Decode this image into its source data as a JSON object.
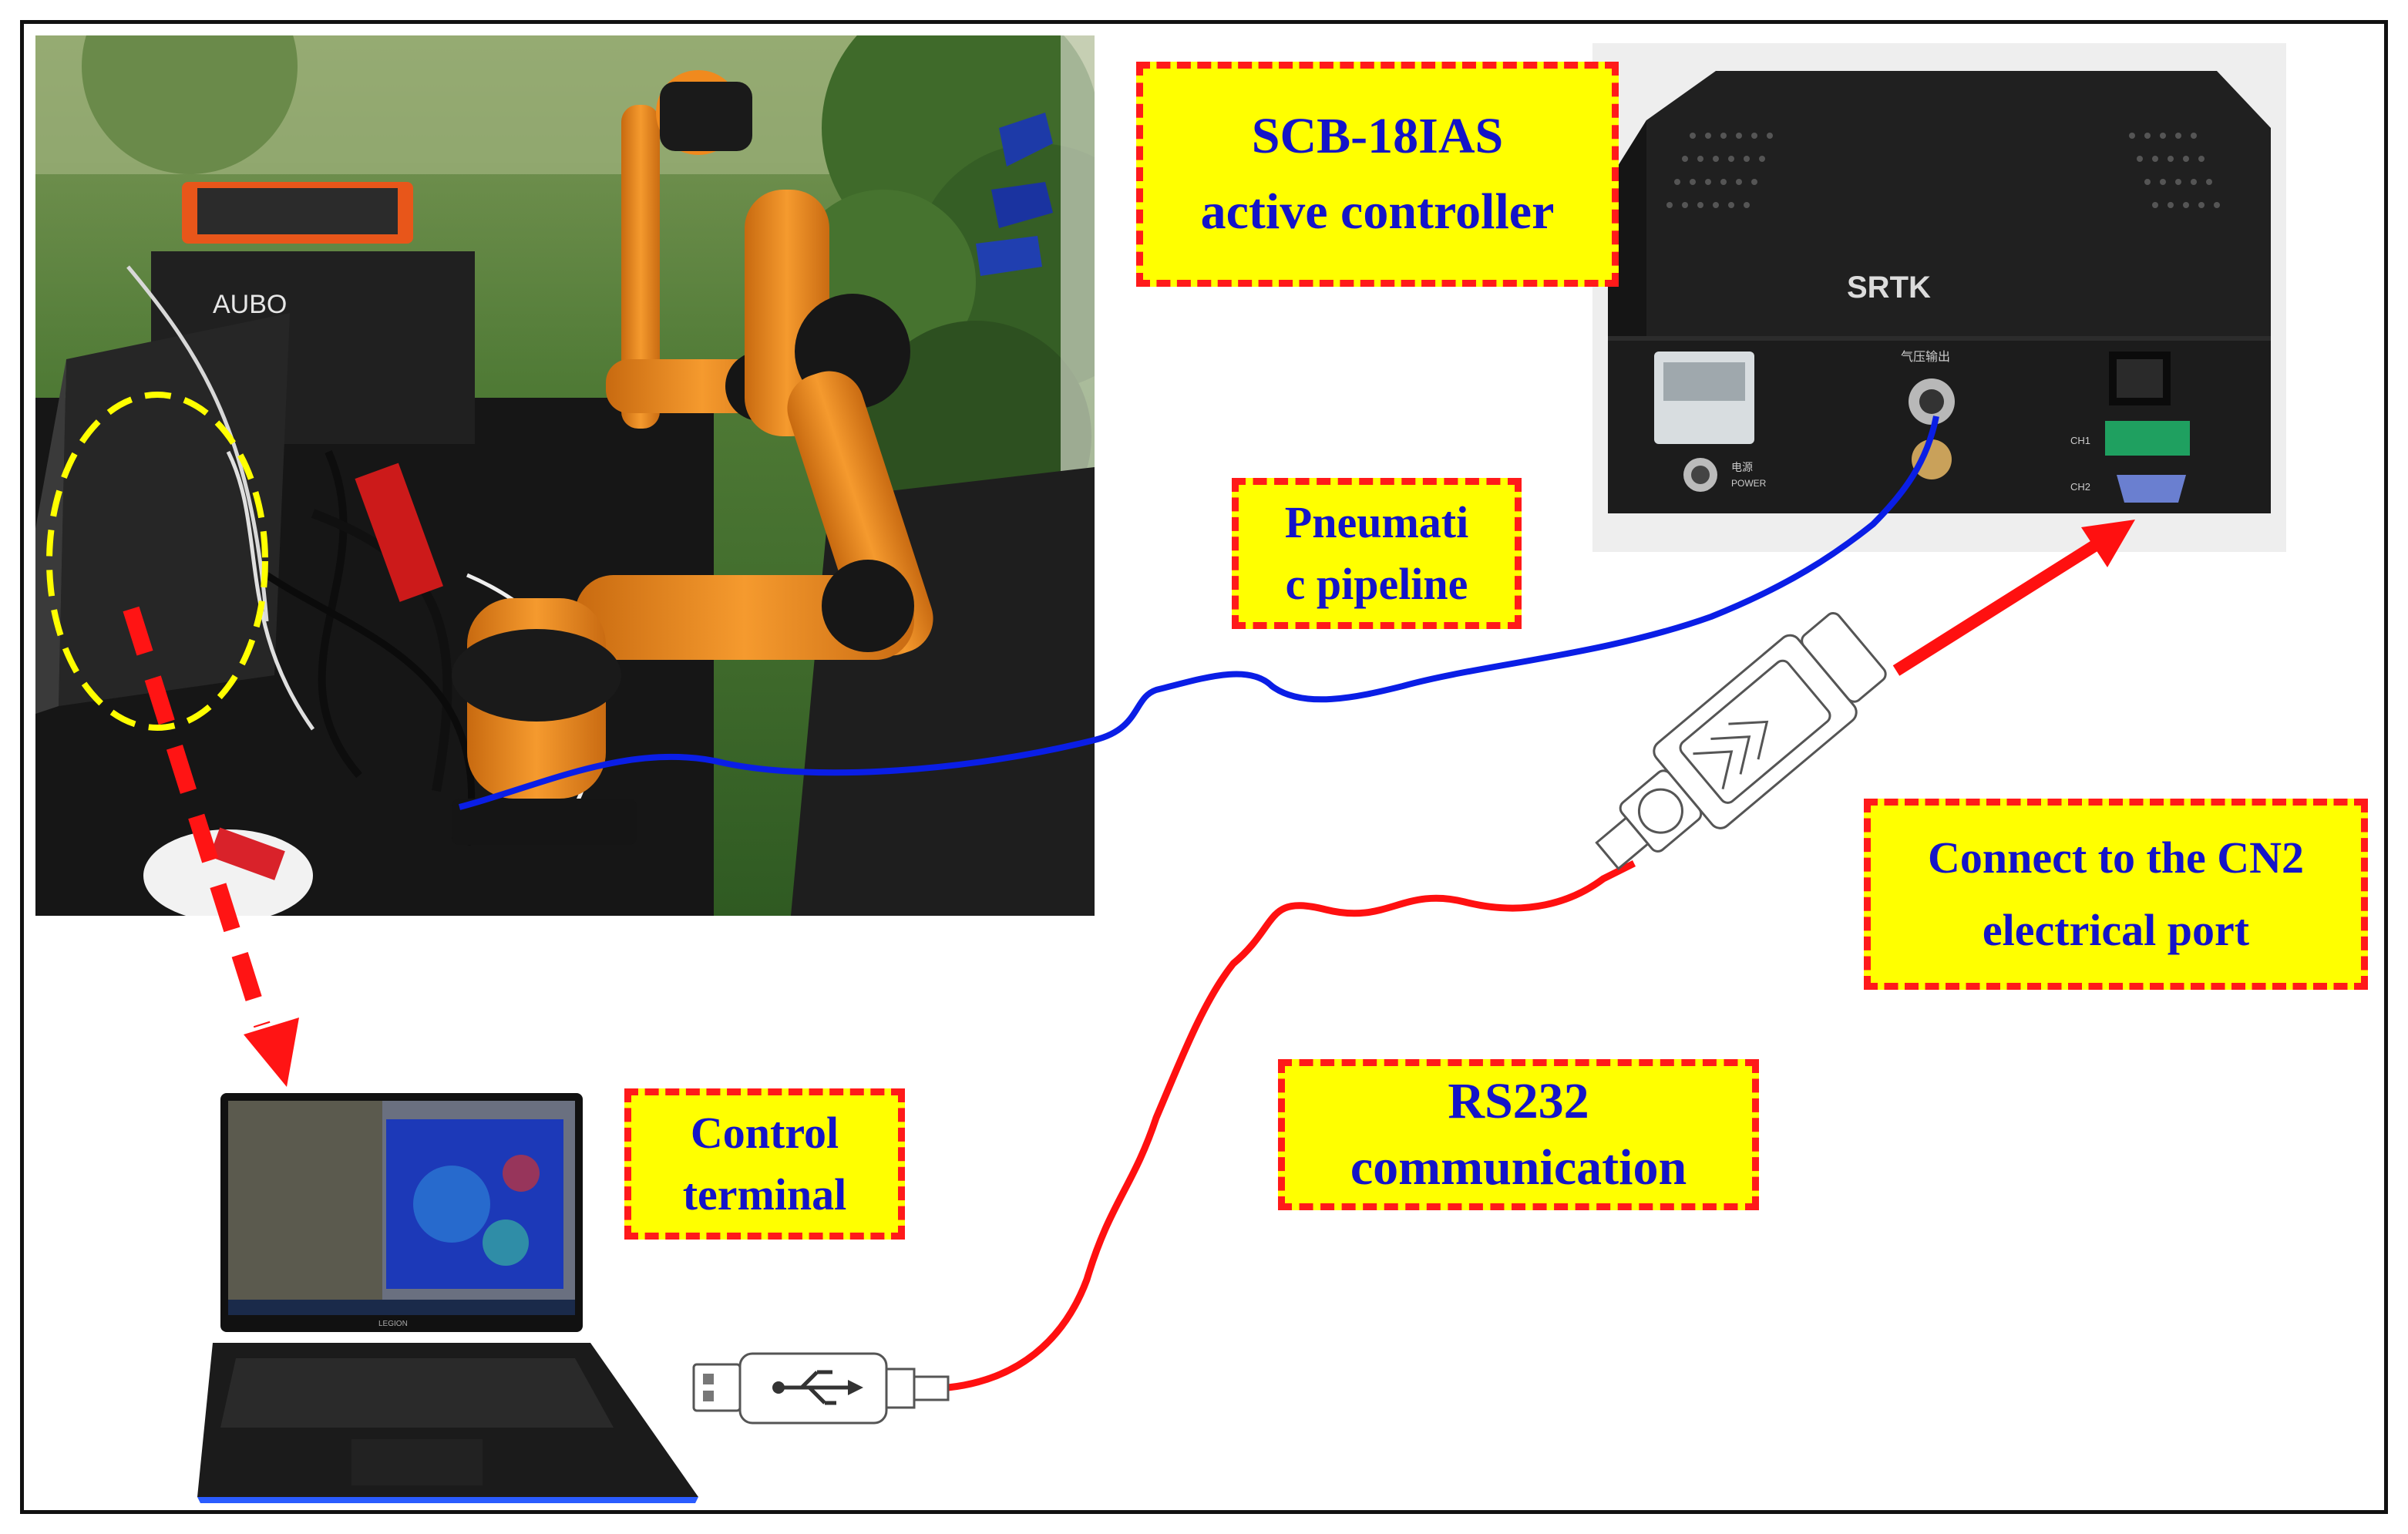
{
  "labels": {
    "controller": [
      "SCB-18IAS",
      "active controller"
    ],
    "pneumatic": [
      "Pneumati",
      "c pipeline"
    ],
    "cn2": [
      "Connect to the CN2",
      "electrical port"
    ],
    "rs232": [
      "RS232",
      "communication"
    ],
    "terminal": [
      "Control",
      "terminal"
    ]
  },
  "device_text": {
    "robot_brand": "AUBO",
    "controller_brand": "SRTK",
    "air_output": "气压输出",
    "power_cn": "电源",
    "power_en": "POWER",
    "ch1": "CH1",
    "ch2": "CH2",
    "laptop_brand": "LEGION"
  },
  "colors": {
    "callout_fill": "#ffff00",
    "callout_border": "#ff1a1a",
    "callout_text": "#1414c8",
    "pneumatic_line": "#0a1ee6",
    "serial_line": "#ff1010",
    "highlight_ellipse": "#ffff00",
    "robot_orange": "#f08a1e"
  },
  "icons": [
    "usb-icon",
    "db9-connector-icon",
    "arrow-icon"
  ]
}
